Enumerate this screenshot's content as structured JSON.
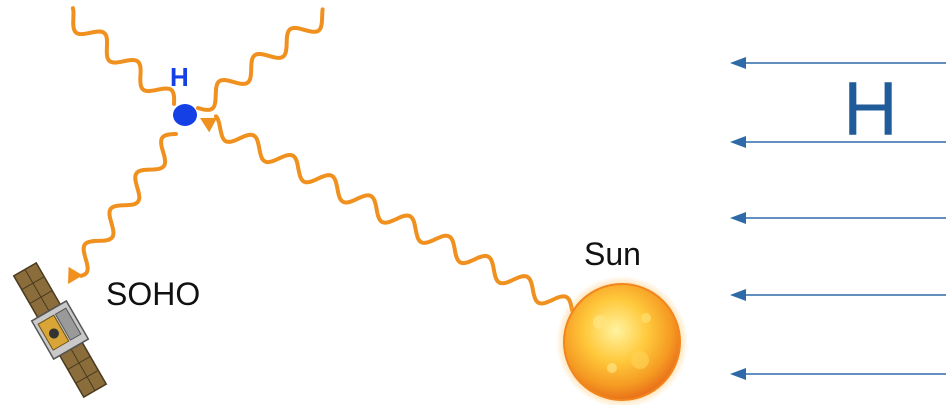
{
  "labels": {
    "hydrogen_atom": "H",
    "hydrogen_flow": "H",
    "sun": "Sun",
    "spacecraft": "SOHO"
  },
  "colors": {
    "photon": "#f0901e",
    "hydrogen_atom": "#1440e6",
    "hydrogen_flow": "#1f5c99",
    "flow_arrow": "#2e6aa8",
    "sun_core": "#ffcf4a",
    "sun_edge": "#f08a1a",
    "text": "#111111"
  },
  "icons": {
    "sun": "sun-icon",
    "spacecraft": "soho-satellite-icon",
    "hydrogen_atom": "hydrogen-atom-dot",
    "photon": "wavy-photon-arrow"
  }
}
